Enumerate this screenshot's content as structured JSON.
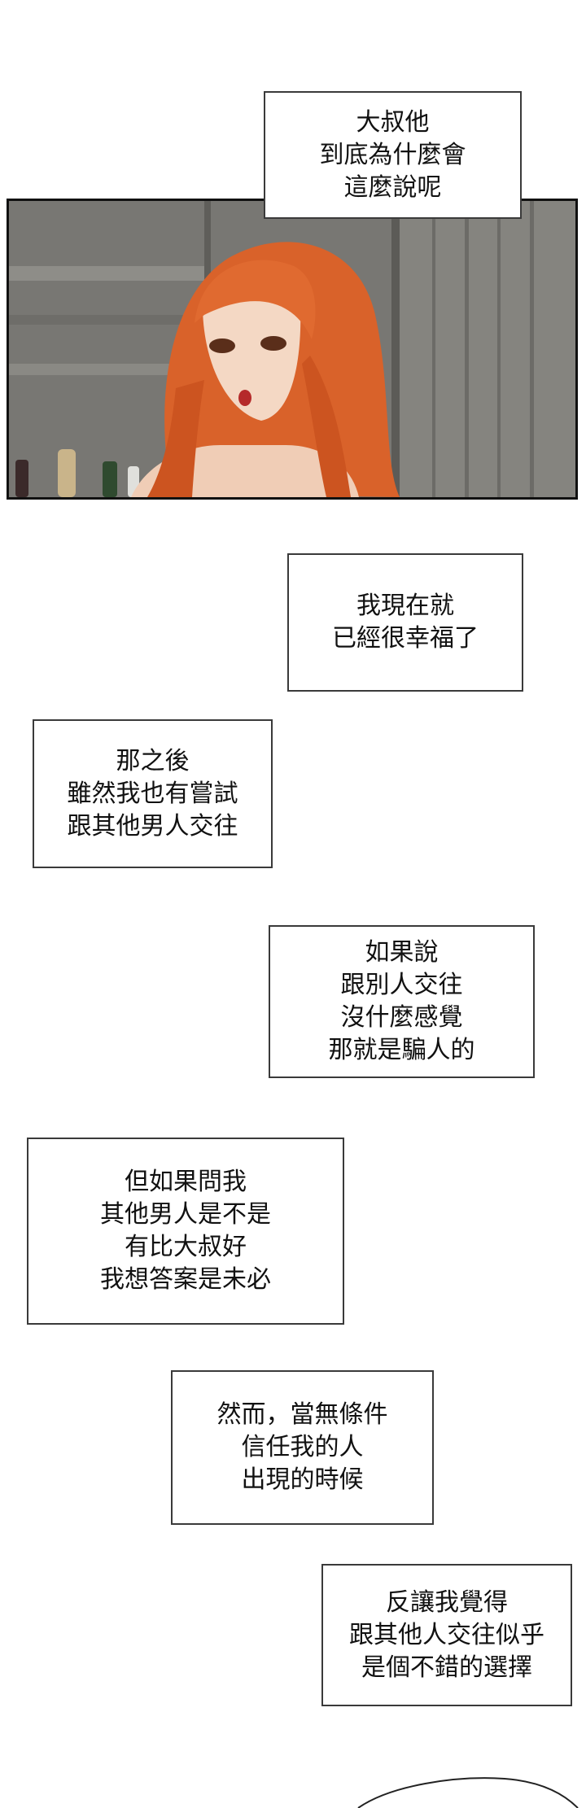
{
  "captions": [
    {
      "lines": [
        "大叔他",
        "到底為什麼會",
        "這麼說呢"
      ]
    },
    {
      "lines": [
        "我現在就",
        "已經很幸福了"
      ]
    },
    {
      "lines": [
        "那之後",
        "雖然我也有嘗試",
        "跟其他男人交往"
      ]
    },
    {
      "lines": [
        "如果說",
        "跟別人交往",
        "沒什麼感覺",
        "那就是騙人的"
      ]
    },
    {
      "lines": [
        "但如果問我",
        "其他男人是不是",
        "有比大叔好",
        "我想答案是未必"
      ]
    },
    {
      "lines": [
        "然而，當無條件",
        "信任我的人",
        "出現的時候"
      ]
    },
    {
      "lines": [
        "反讓我覺得",
        "跟其他人交往似乎",
        "是個不錯的選擇"
      ]
    }
  ],
  "colors": {
    "hair": "#d9622a",
    "wall": "#7b7a76",
    "border": "#3a3a3a"
  }
}
